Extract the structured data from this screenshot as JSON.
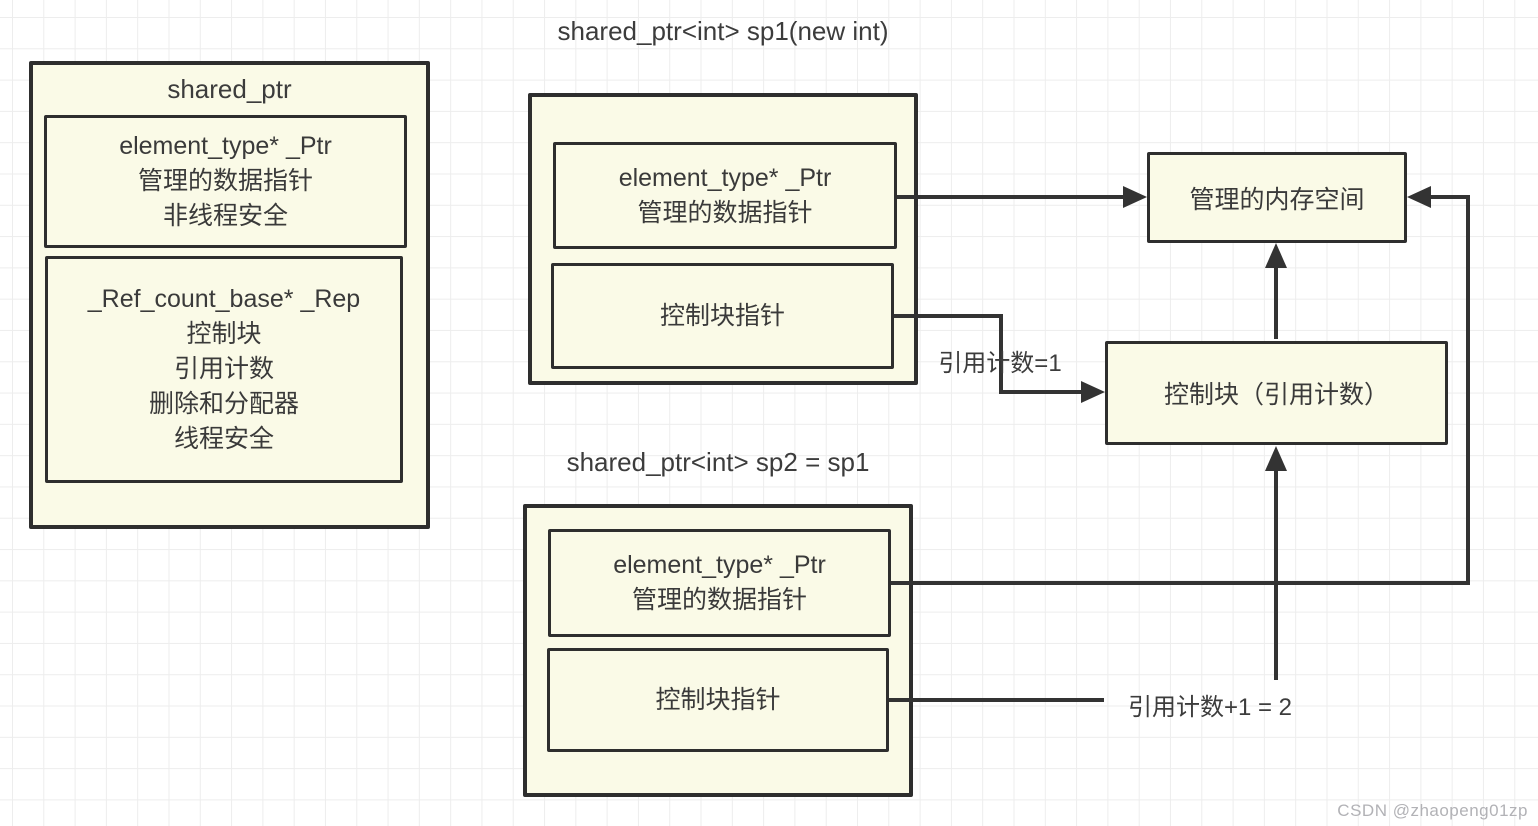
{
  "left_panel": {
    "title": "shared_ptr",
    "ptr_field": {
      "lines": [
        "element_type* _Ptr",
        "管理的数据指针",
        "非线程安全"
      ]
    },
    "rep_field": {
      "lines": [
        "_Ref_count_base* _Rep",
        "控制块",
        "引用计数",
        "删除和分配器",
        "线程安全"
      ]
    }
  },
  "sp1": {
    "title": "shared_ptr<int> sp1(new int)",
    "ptr_field": {
      "lines": [
        "element_type* _Ptr",
        "管理的数据指针"
      ]
    },
    "ctrl_field": {
      "lines": [
        "控制块指针"
      ]
    }
  },
  "sp2": {
    "title": "shared_ptr<int> sp2 = sp1",
    "ptr_field": {
      "lines": [
        "element_type* _Ptr",
        "管理的数据指针"
      ]
    },
    "ctrl_field": {
      "lines": [
        "控制块指针"
      ]
    }
  },
  "memory_box": {
    "label": "管理的内存空间"
  },
  "control_block_box": {
    "label": "控制块（引用计数）"
  },
  "annotations": {
    "ref_count_1": "引用计数=1",
    "ref_count_2": "引用计数+1 = 2"
  },
  "watermark": "CSDN @zhaopeng01zp",
  "colors": {
    "box_fill": "#fafae7",
    "box_border": "#2e2e2e",
    "arrow": "#333333",
    "grid_line": "#ededed",
    "text": "#3a3a3a",
    "watermark": "#b2b2b6"
  }
}
